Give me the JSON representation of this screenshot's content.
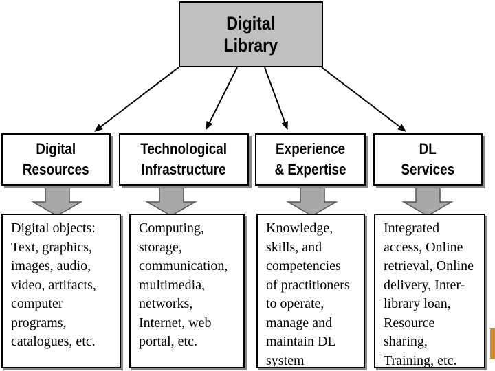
{
  "root": {
    "title": "Digital\nLibrary"
  },
  "columns": [
    {
      "heading": "Digital\nResources",
      "details": "Digital objects:\nText, graphics,\nimages, audio,\nvideo, artifacts,\ncomputer\nprograms,\ncatalogues, etc."
    },
    {
      "heading": "Technological\nInfrastructure",
      "details": "Computing,\nstorage,\ncommunication,\nmultimedia,\nnetworks,\nInternet, web\nportal, etc."
    },
    {
      "heading": "Experience\n& Expertise",
      "details": "Knowledge,\nskills, and\ncompetencies\nof practitioners\nto operate,\nmanage and\nmaintain DL\nsystem"
    },
    {
      "heading": "DL\nServices",
      "details": "Integrated\naccess, Online\nretrieval, Online\ndelivery, Inter-\nlibrary loan,\nResource\nsharing,\nTraining, etc."
    }
  ]
}
